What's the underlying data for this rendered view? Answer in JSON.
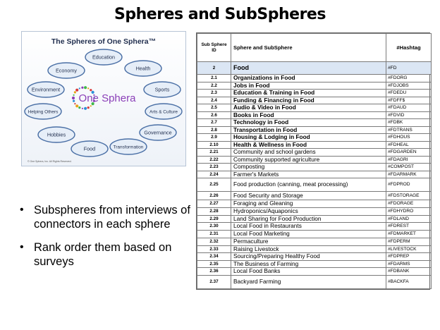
{
  "title": "Spheres and SubSpheres",
  "diagram": {
    "heading": "The Spheres of One Sphera™",
    "center_label": "One Sphera",
    "spheres": [
      "Education",
      "Health",
      "Sports",
      "Arts & Culture",
      "Governance",
      "Transformation",
      "Food",
      "Hobbies",
      "Helping Others",
      "Environment",
      "Economy"
    ],
    "footer": "© One Sphera, Inc. All Rights Reserved.",
    "colors": {
      "bubble_fill": "#e6eef8",
      "bubble_stroke": "#4a6fa5",
      "center_text": "#8b3fb8"
    }
  },
  "bullets": [
    "Subspheres from interviews of connectors in each sphere",
    "Rank order them based on surveys"
  ],
  "table": {
    "headers": {
      "id": "Sub Sphere ID",
      "name": "Sphere and SubSphere",
      "tag": "#Hashtag"
    },
    "rows": [
      {
        "id": "2",
        "name": "Food",
        "tag": "#FD",
        "style": "food"
      },
      {
        "id": "2.1",
        "name": "Organizations in Food",
        "tag": "#FDORG",
        "style": "bold"
      },
      {
        "id": "2.2",
        "name": "Jobs in Food",
        "tag": "#FDJOBS",
        "style": "bold"
      },
      {
        "id": "2.3",
        "name": "Education & Training in Food",
        "tag": "#FDEDU",
        "style": "bold"
      },
      {
        "id": "2.4",
        "name": "Funding & Financing in Food",
        "tag": "#FDFF$",
        "style": "bold"
      },
      {
        "id": "2.5",
        "name": "Audio & Video in Food",
        "tag": "#FDAUD",
        "style": "bold"
      },
      {
        "id": "2.6",
        "name": "Books in Food",
        "tag": "#FDVID",
        "style": "bold"
      },
      {
        "id": "2.7",
        "name": "Technology in Food",
        "tag": "#FDBK",
        "style": "bold"
      },
      {
        "id": "2.8",
        "name": "Transportation in Food",
        "tag": "#FDTRANS",
        "style": "bold"
      },
      {
        "id": "2.9",
        "name": "Housing & Lodging in Food",
        "tag": "#FDHOUS",
        "style": "bold"
      },
      {
        "id": "2.10",
        "name": "Health & Wellness in Food",
        "tag": "#FDHEAL",
        "style": "bold"
      },
      {
        "id": "2.21",
        "name": "Community and school gardens",
        "tag": "#FDGARDEN",
        "style": "normal"
      },
      {
        "id": "2.22",
        "name": "Community supported agriculture",
        "tag": "#FDAGRI",
        "style": "normal"
      },
      {
        "id": "2.23",
        "name": "Composting",
        "tag": "#COMPOST",
        "style": "normal"
      },
      {
        "id": "2.24",
        "name": "Farmer's Markets",
        "tag": "#FDARMARK",
        "style": "normal"
      },
      {
        "id": "2.25",
        "name": "Food production (canning, meat processing)",
        "tag": "#FDPROD",
        "style": "tall"
      },
      {
        "id": "2.26",
        "name": "Food Security and Storage",
        "tag": "#FDSTORAGE",
        "style": "mid"
      },
      {
        "id": "2.27",
        "name": "Foraging and Gleaning",
        "tag": "#FDORAGE",
        "style": "mid"
      },
      {
        "id": "2.28",
        "name": "Hydroponics/Aquaponics",
        "tag": "#FDHYDRO",
        "style": "normal"
      },
      {
        "id": "2.29",
        "name": "Land Sharing for Food Production",
        "tag": "#FDLAND",
        "style": "normal"
      },
      {
        "id": "2.30",
        "name": "Local Food in Restaurants",
        "tag": "#FDREST",
        "style": "normal"
      },
      {
        "id": "2.31",
        "name": "Local Food Marketing",
        "tag": "#FDMARKET",
        "style": "mid"
      },
      {
        "id": "2.32",
        "name": "Permaculture",
        "tag": "#FDPERM",
        "style": "normal"
      },
      {
        "id": "2.33",
        "name": "Raising Livestock",
        "tag": "#LIVESTOCK",
        "style": "normal"
      },
      {
        "id": "2.34",
        "name": "Sourcing/Preparing Healthy Food",
        "tag": "#FDPREP",
        "style": "normal"
      },
      {
        "id": "2.35",
        "name": "The Business of Farming",
        "tag": "#FDARMS",
        "style": "normal"
      },
      {
        "id": "2.36",
        "name": "Local Food Banks",
        "tag": "#FDBANK",
        "style": "normal"
      },
      {
        "id": "2.37",
        "name": "Backyard Farming",
        "tag": "#BACKFA",
        "style": "tall"
      }
    ]
  }
}
